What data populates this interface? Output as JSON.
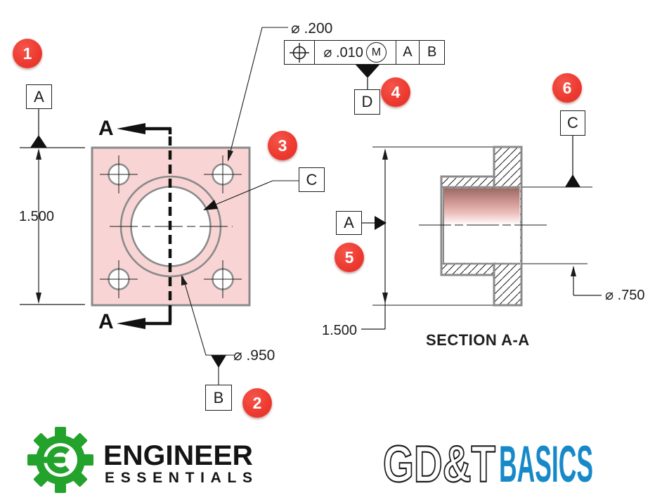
{
  "front_view": {
    "section_label_top": "A",
    "section_label_bottom": "A",
    "datum_a": "A",
    "datum_b": "B",
    "datum_c": "C",
    "dim_height": "1.500",
    "dim_hole_dia": "⌀ .200",
    "dim_boss_dia": "⌀ .950"
  },
  "fcf": {
    "tolerance": "⌀ .010",
    "material_modifier": "M",
    "primary_datum": "A",
    "secondary_datum": "B",
    "datum_tag": "D"
  },
  "section_view": {
    "title": "SECTION A-A",
    "datum_a": "A",
    "datum_c": "C",
    "dim_height": "1.500",
    "dim_bore_dia": "⌀ .750"
  },
  "badges": {
    "b1": "1",
    "b2": "2",
    "b3": "3",
    "b4": "4",
    "b5": "5",
    "b6": "6"
  },
  "logos": {
    "engineer": "ENGINEER",
    "essentials": "ESSENTIALS",
    "gdt": "GD&T",
    "basics": "BASICS"
  },
  "colors": {
    "part_fill_pink": "#f8d5d4",
    "outline_gray": "#8a8a8a",
    "badge_red": "#ee3b31",
    "logo_green": "#23a22c",
    "logo_blue": "#1789c9"
  }
}
